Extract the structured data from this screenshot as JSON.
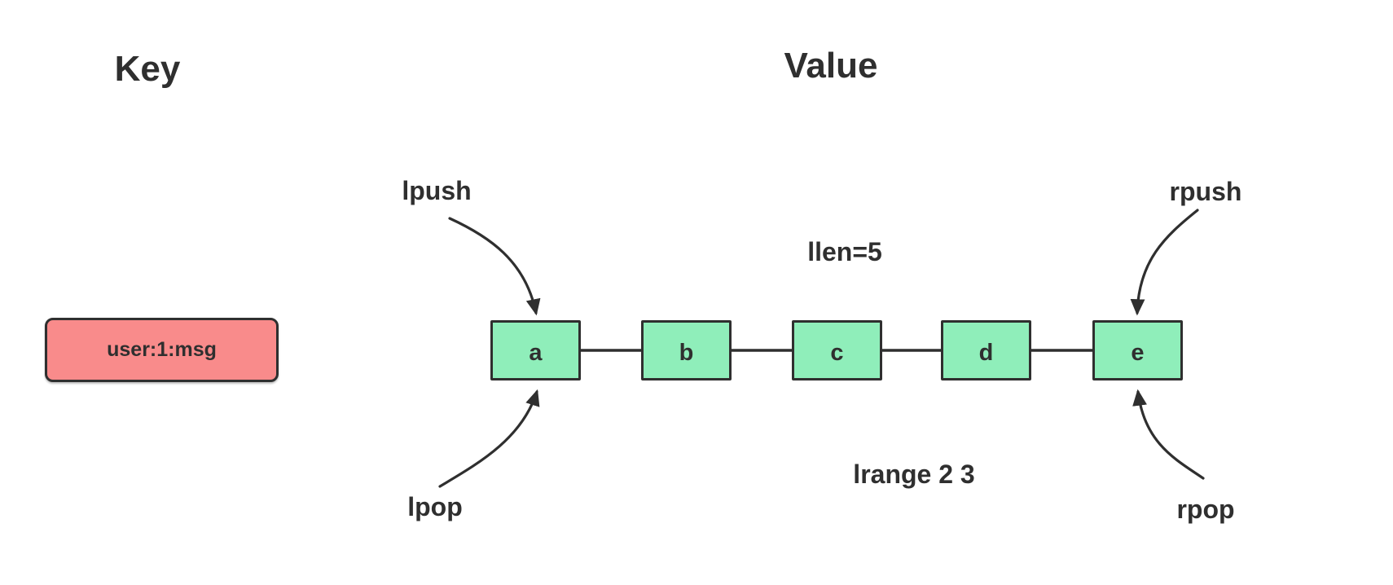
{
  "headings": {
    "key": "Key",
    "value": "Value"
  },
  "key_column": {
    "box_label": "user:1:msg",
    "box_fill": "#f98b8b",
    "box_border": "#2f2f2f"
  },
  "list": {
    "nodes": [
      "a",
      "b",
      "c",
      "d",
      "e"
    ],
    "node_fill": "#8feeba",
    "node_border": "#2f2f2f",
    "length_annotation": "llen=5",
    "range_annotation": "lrange 2 3"
  },
  "operations": {
    "left_push": "lpush",
    "left_pop": "lpop",
    "right_push": "rpush",
    "right_pop": "rpop"
  },
  "colors": {
    "line": "#2f2f2f",
    "background": "#ffffff"
  }
}
